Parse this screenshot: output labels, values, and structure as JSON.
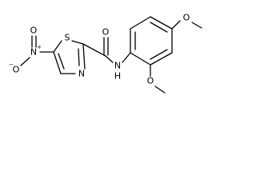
{
  "molecule": {
    "atoms": {
      "o_methoxy_top": "O",
      "o_methoxy_bottom": "O",
      "o_carbonyl": "O",
      "n_amide": "N",
      "h_amide": "H",
      "s_thiazole": "S",
      "n_thiazole": "N",
      "n_nitro": "N",
      "o_nitro_top": "O",
      "o_nitro_side": "O"
    },
    "charges": {
      "n_nitro": "+",
      "o_nitro_side": "−"
    }
  }
}
